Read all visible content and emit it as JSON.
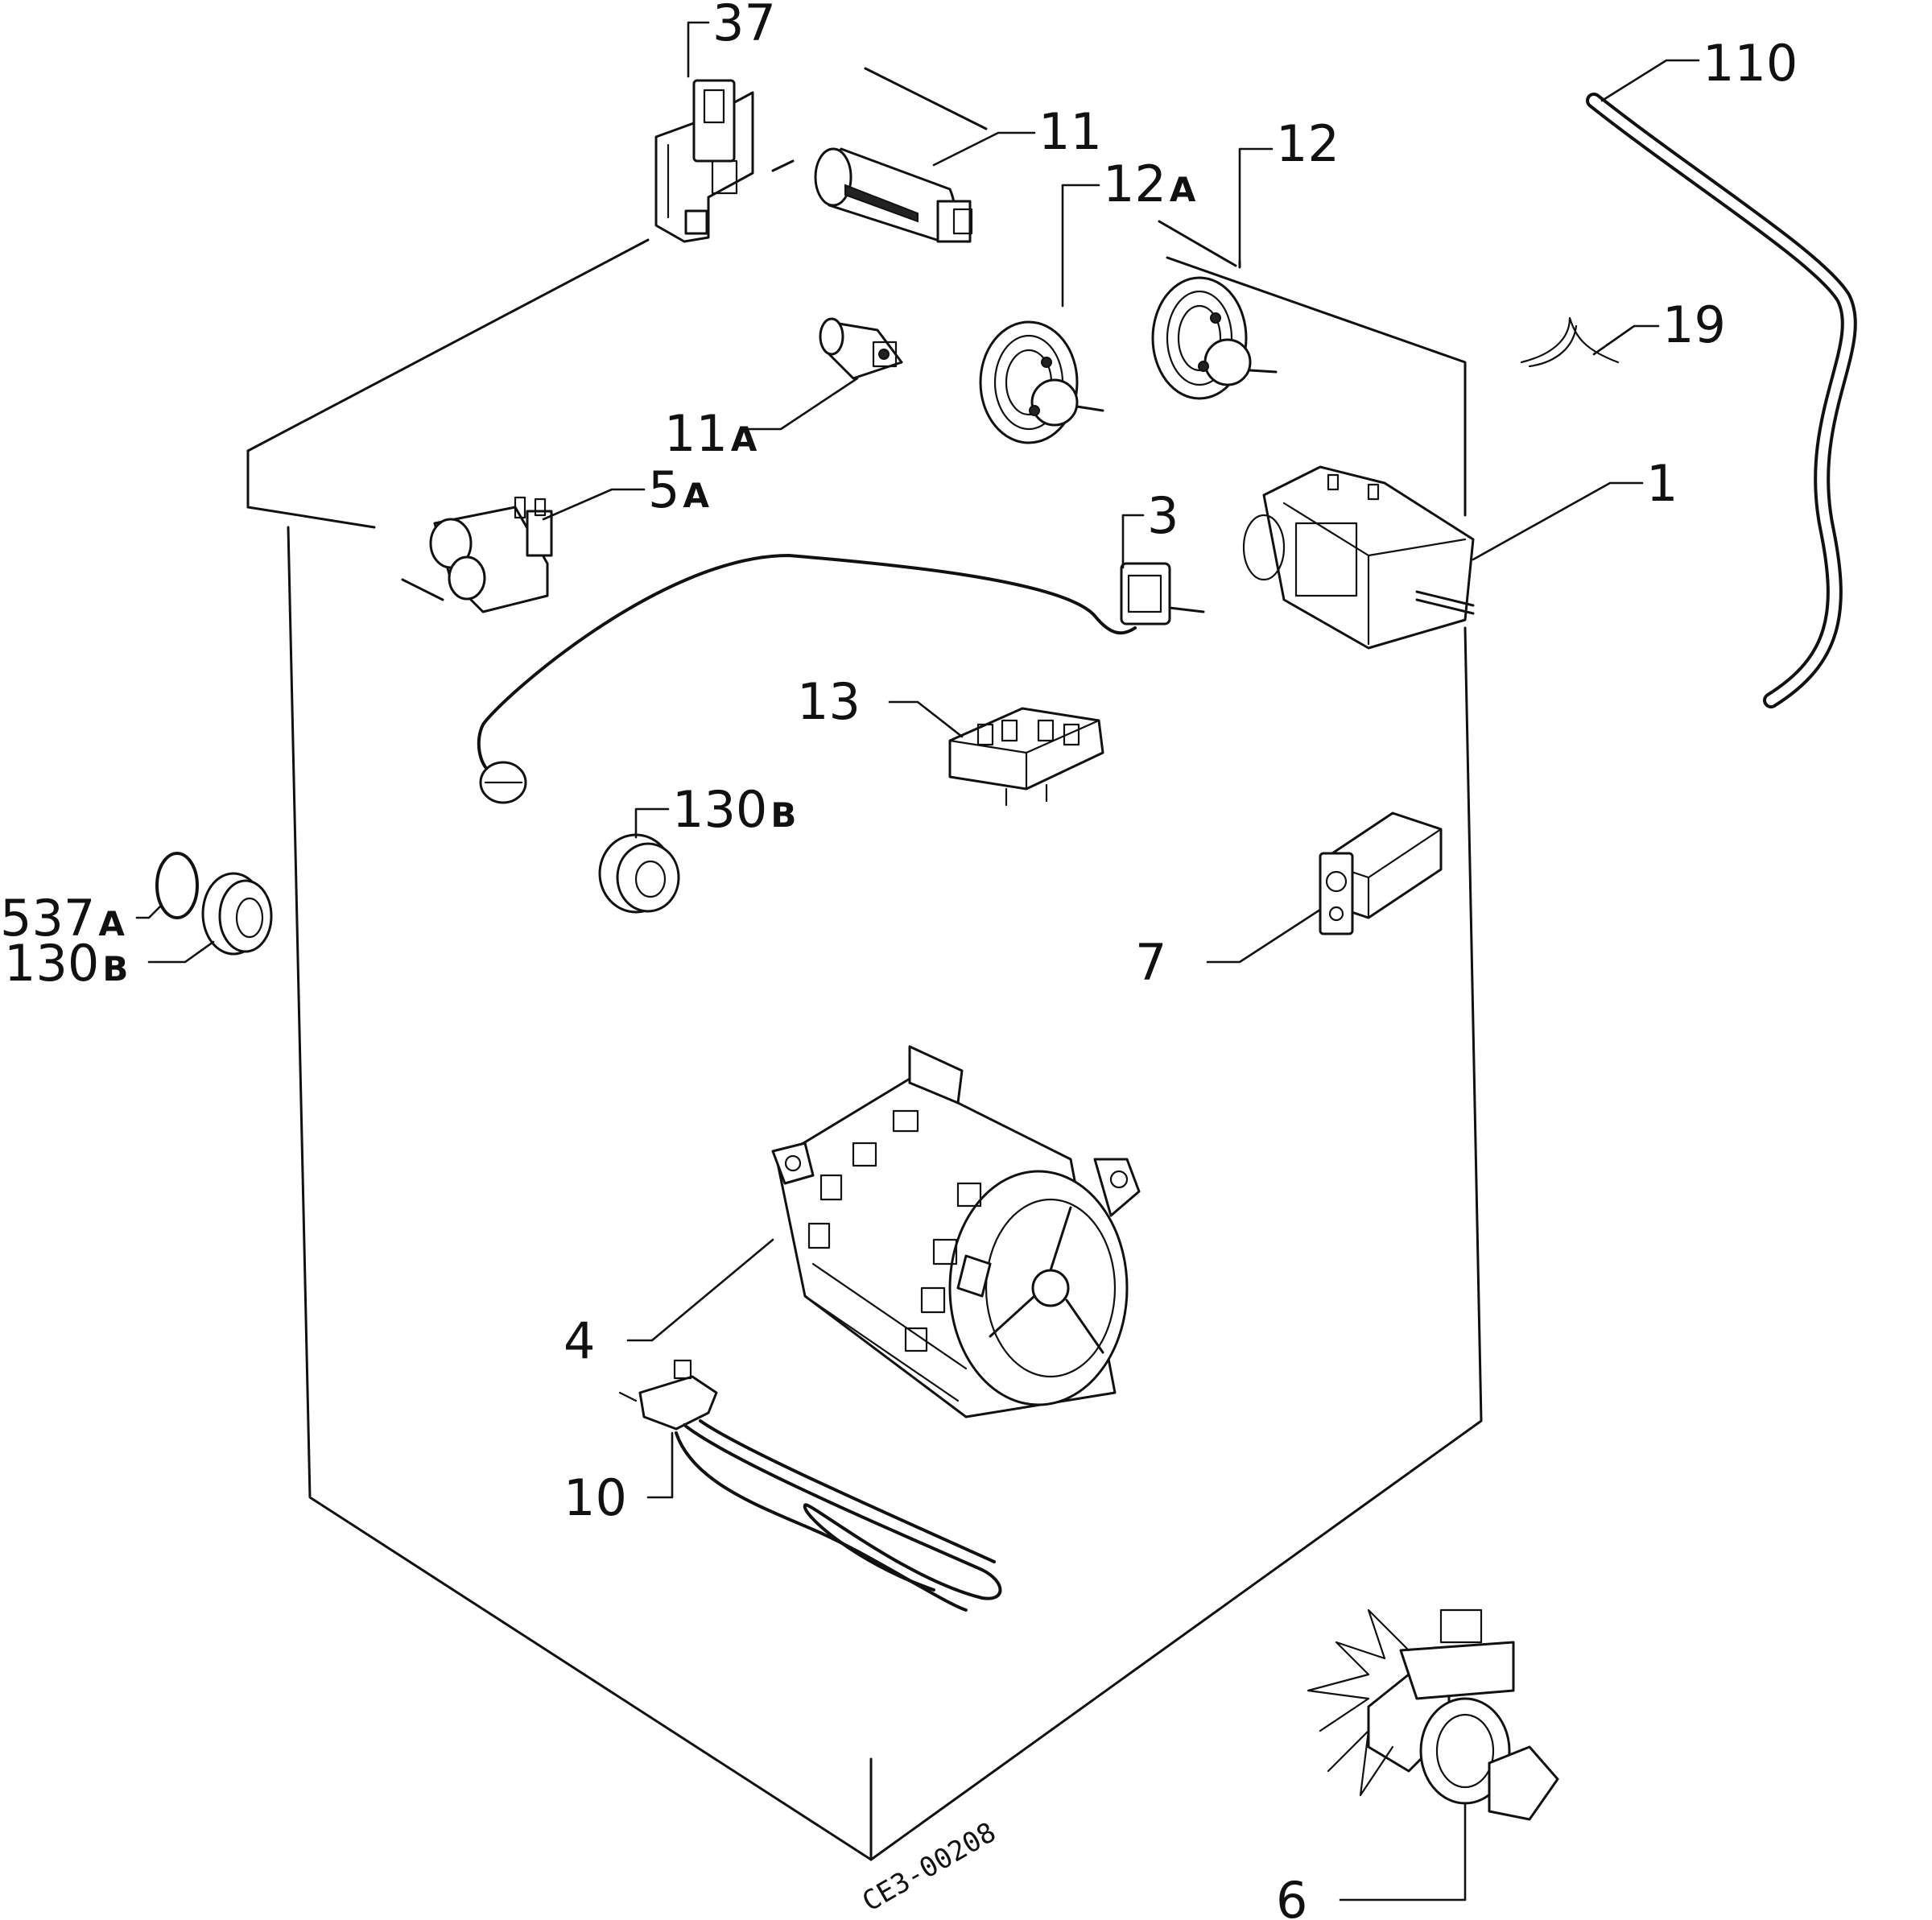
{
  "labels": {
    "p37": "37",
    "p11": "11",
    "p12a_num": "12",
    "p12a_suf": "A",
    "p12": "12",
    "p110": "110",
    "p19": "19",
    "p11a_num": "11",
    "p11a_suf": "A",
    "p5a_num": "5",
    "p5a_suf": "A",
    "p3": "3",
    "p1": "1",
    "p13": "13",
    "p130b_in_num": "130",
    "p130b_in_suf": "B",
    "p537a_num": "537",
    "p537a_suf": "A",
    "p130b_out_num": "130",
    "p130b_out_suf": "B",
    "p7": "7",
    "p4": "4",
    "p10": "10",
    "p6": "6"
  },
  "drawing_code": "CE3-00208"
}
